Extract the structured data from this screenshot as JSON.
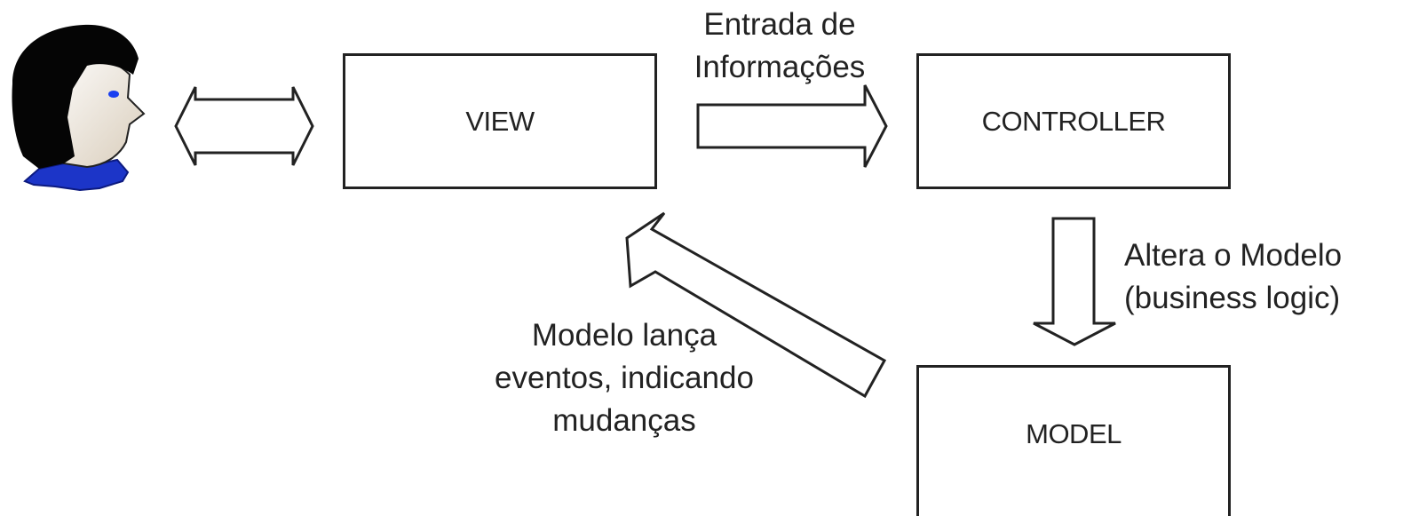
{
  "nodes": {
    "view": "VIEW",
    "controller": "CONTROLLER",
    "model": "MODEL"
  },
  "edges": {
    "view_to_controller": [
      "Entrada de",
      "Informações"
    ],
    "controller_to_model": [
      "Altera o Modelo",
      "(business logic)"
    ],
    "model_to_view": [
      "Modelo lança",
      "eventos, indicando",
      "mudanças"
    ]
  },
  "actor": {
    "icon": "user-person-icon",
    "skin_color": "#f2ede4",
    "hair_color": "#050505",
    "shirt_color": "#1c35c8",
    "eye_color": "#1a3ff0"
  }
}
